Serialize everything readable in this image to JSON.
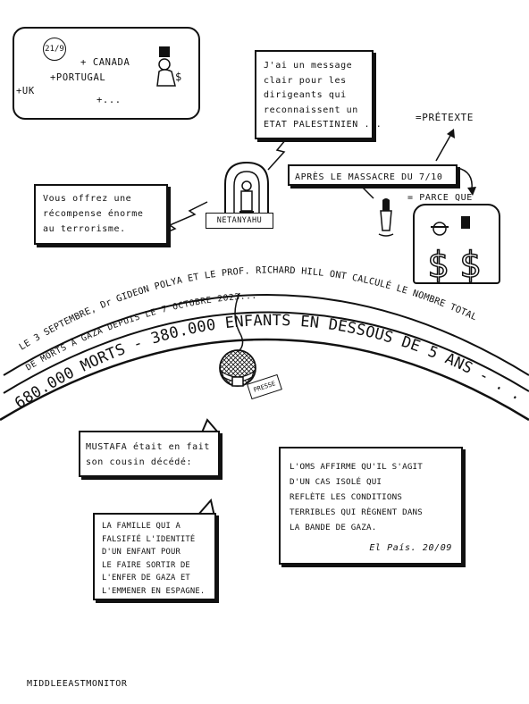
{
  "top_left_box": {
    "date": "21/9",
    "countries": [
      "+ CANADA",
      "+PORTUGAL",
      "+UK",
      "+..."
    ]
  },
  "speech_netanyahu": {
    "lines": [
      "J'ai un message",
      "clair pour les",
      "dirigeants qui",
      "reconnaissent un",
      "ETAT PALESTINIEN ..."
    ]
  },
  "label_pretexte": "=PRÉTEXTE",
  "caption_apres": "APRÈS LE MASSACRE DU 7/10",
  "label_parce_que": "= PARCE QUE",
  "speech_terrorisme": {
    "lines": [
      "Vous offrez une",
      "récompense énorme",
      "au terrorisme."
    ]
  },
  "sign_netanyahu": "NETANYAHU",
  "arc": {
    "line1": "LE 3 SEPTEMBRE, Dr GIDEON POLYA ET LE PROF. RICHARD HILL ONT CALCULÉ LE NOMBRE TOTAL",
    "line2": "DE MORTS À GAZA DEPUIS LE 7 OCTOBRE 2023...",
    "line3": "680.000 MORTS - 380.000 ENFANTS EN DESSOUS DE 5 ANS - . ."
  },
  "tag_press": "PRESSE",
  "speech_mustafa": {
    "lines": [
      "MUSTAFA était en fait",
      "son cousin décédé:"
    ]
  },
  "speech_famille": {
    "lines": [
      "LA FAMILLE QUI A",
      "FALSIFIÉ L'IDENTITÉ",
      "D'UN ENFANT POUR",
      "LE FAIRE SORTIR DE",
      "L'ENFER DE GAZA ET",
      "L'EMMENER EN ESPAGNE."
    ]
  },
  "box_oms": {
    "lines": [
      "L'OMS AFFIRME QU'IL S'AGIT",
      "D'UN CAS ISOLÉ QUI",
      "REFLÈTE LES CONDITIONS",
      "TERRIBLES QUI RÈGNENT DANS",
      "LA BANDE DE GAZA."
    ],
    "source": "El País. 20/09"
  },
  "credit": "MIDDLEEASTMONITOR"
}
